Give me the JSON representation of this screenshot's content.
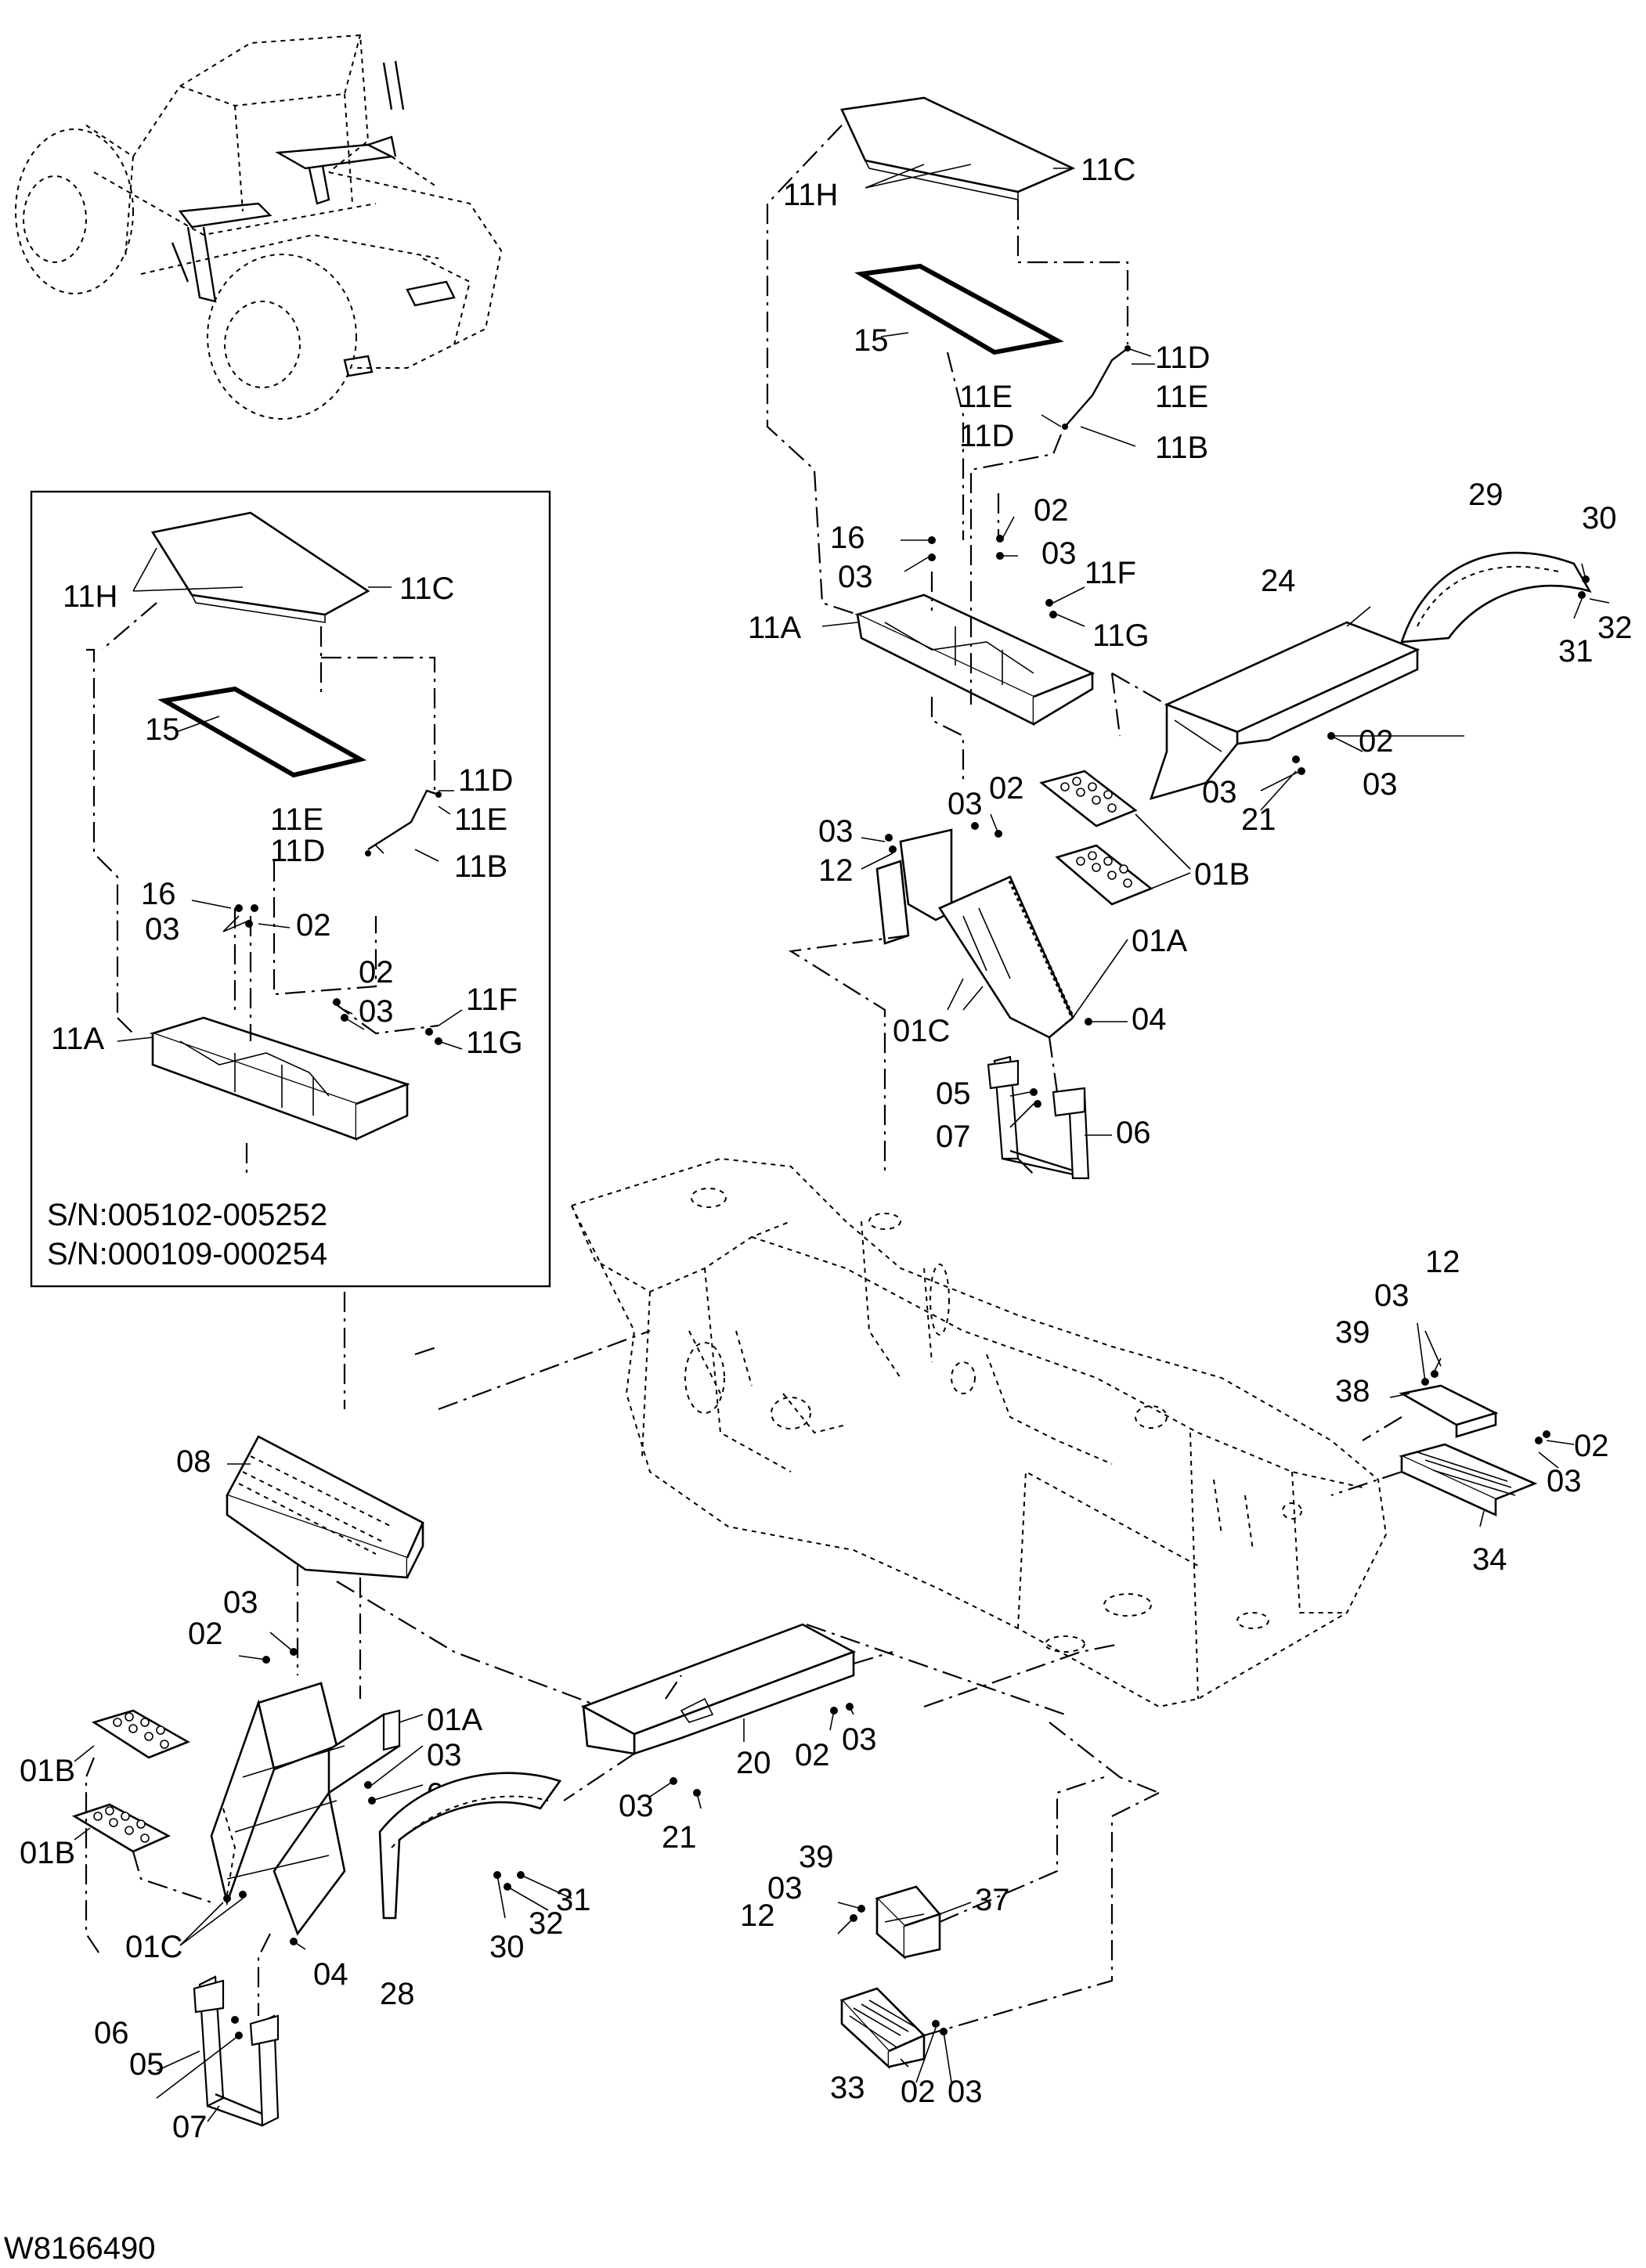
{
  "drawing_id": "W8166490",
  "inset": {
    "serial_numbers": [
      "S/N:005102-005252",
      "S/N:000109-000254"
    ],
    "callouts": [
      "11H",
      "11C",
      "15",
      "11D",
      "11E",
      "11E",
      "11D",
      "11B",
      "16",
      "02",
      "03",
      "02",
      "03",
      "11F",
      "11A",
      "11G"
    ]
  },
  "main": {
    "callouts_upper": [
      "11H",
      "11C",
      "15",
      "11D",
      "11E",
      "11E",
      "11D",
      "11B",
      "16",
      "02",
      "03",
      "03",
      "11F",
      "11A",
      "11G",
      "29",
      "30",
      "24",
      "31",
      "32",
      "02",
      "03",
      "03",
      "21",
      "03",
      "02",
      "03",
      "12",
      "01B",
      "01A",
      "01C",
      "04",
      "05",
      "07",
      "06"
    ],
    "callouts_right": [
      "12",
      "03",
      "39",
      "38",
      "02",
      "03",
      "34"
    ],
    "callouts_lower_left": [
      "08",
      "03",
      "02",
      "01A",
      "03",
      "02",
      "01B",
      "01B",
      "01C",
      "04",
      "06",
      "05",
      "07"
    ],
    "callouts_lower_mid": [
      "20",
      "02",
      "03",
      "03",
      "21",
      "31",
      "32",
      "30",
      "28",
      "39",
      "03",
      "12",
      "37",
      "33",
      "02",
      "03"
    ]
  }
}
